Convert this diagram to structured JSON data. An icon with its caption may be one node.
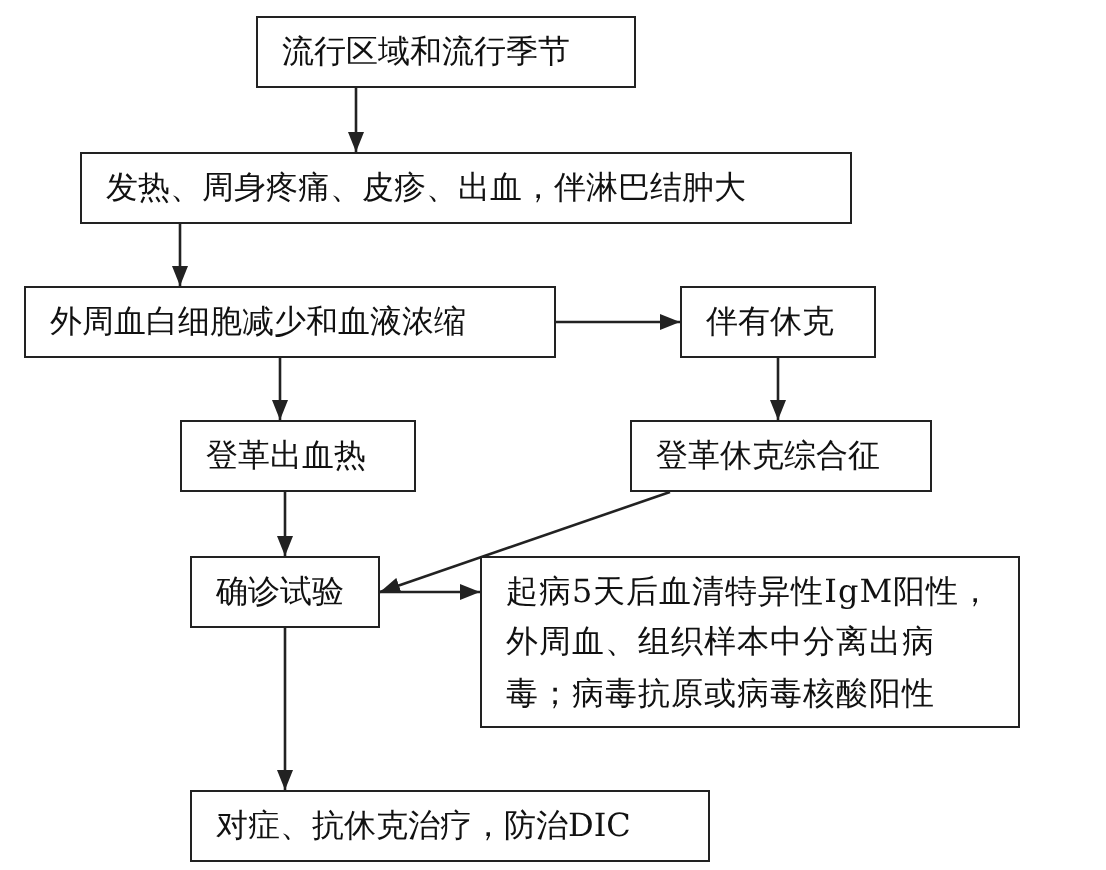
{
  "diagram": {
    "nodes": [
      {
        "text": [
          "流行区域和流行季节"
        ]
      },
      {
        "text": [
          "发热、周身疼痛、皮疹、出血，伴淋巴结肿大"
        ]
      },
      {
        "text": [
          "外周血白细胞减少和血液浓缩"
        ]
      },
      {
        "text": [
          "伴有休克"
        ]
      },
      {
        "text": [
          "登革出血热"
        ]
      },
      {
        "text": [
          "登革休克综合征"
        ]
      },
      {
        "text": [
          "确诊试验"
        ]
      },
      {
        "text": [
          "起病5天后血清特异性IgM阳性，外周血、组织样本中分离出病毒；病毒抗原或病毒核酸阳性"
        ]
      },
      {
        "text": [
          "对症、抗休克治疗，防治DIC"
        ]
      }
    ],
    "edges": [
      {
        "from": 0,
        "to": 1,
        "arrow": "to"
      },
      {
        "from": 1,
        "to": 2,
        "arrow": "to"
      },
      {
        "from": 2,
        "to": 3,
        "arrow": "to"
      },
      {
        "from": 2,
        "to": 4,
        "arrow": "to"
      },
      {
        "from": 3,
        "to": 5,
        "arrow": "to"
      },
      {
        "from": 4,
        "to": 6,
        "arrow": "to"
      },
      {
        "from": 5,
        "to": 6,
        "arrow": "to"
      },
      {
        "from": 6,
        "to": 7,
        "arrow": "to"
      },
      {
        "from": 6,
        "to": 8,
        "arrow": "to"
      }
    ]
  }
}
